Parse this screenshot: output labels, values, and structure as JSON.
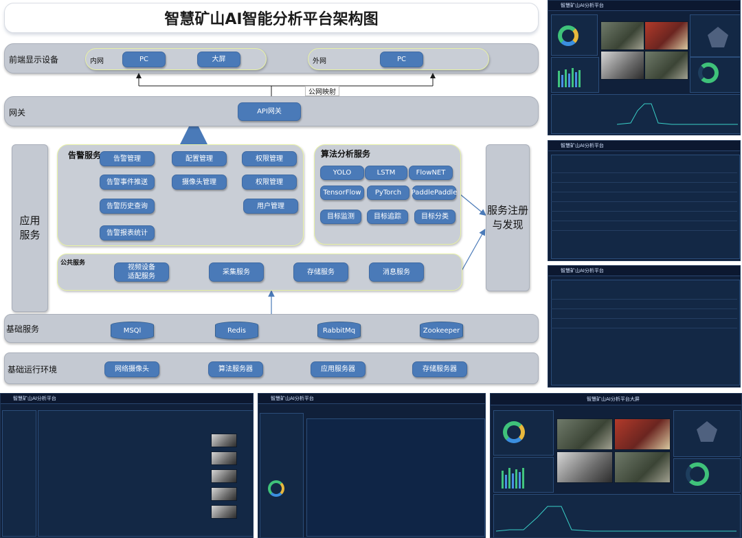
{
  "title": "智慧矿山AI智能分析平台架构图",
  "layers": {
    "front": {
      "label": "前端显示设备",
      "intranet": {
        "label": "内网",
        "items": [
          "PC",
          "大屏"
        ]
      },
      "extranet": {
        "label": "外网",
        "items": [
          "PC"
        ]
      },
      "mapping_label": "公网映射"
    },
    "gateway": {
      "label": "网关",
      "item": "API网关"
    },
    "app": {
      "label": "应用\n服务",
      "alarm": {
        "label": "告警服务",
        "items": [
          "告警管理",
          "配置管理",
          "权限管理",
          "告警事件推送",
          "摄像头管理",
          "权限管理",
          "告警历史查询",
          "用户管理",
          "告警报表统计"
        ]
      },
      "algo": {
        "label": "算法分析服务",
        "items": [
          "YOLO",
          "LSTM",
          "FlowNET",
          "TensorFlow",
          "PyTorch",
          "PaddlePaddle",
          "目标监测",
          "目标追踪",
          "目标分类"
        ]
      },
      "public": {
        "label": "公共服务",
        "items": [
          "视频设备\n适配服务",
          "采集服务",
          "存储服务",
          "消息服务"
        ]
      }
    },
    "registry": {
      "label": "服务注册\n与发现"
    },
    "base": {
      "label": "基础服务",
      "items": [
        "MSQl",
        "Redis",
        "RabbitMq",
        "Zookeeper"
      ]
    },
    "runtime": {
      "label": "基础运行环境",
      "items": [
        "网络摄像头",
        "算法服务器",
        "应用服务器",
        "存储服务器"
      ]
    }
  },
  "screens": {
    "title_a": "智慧矿山AI分析平台",
    "title_b": "智慧矿山AI分析平台大屏"
  }
}
